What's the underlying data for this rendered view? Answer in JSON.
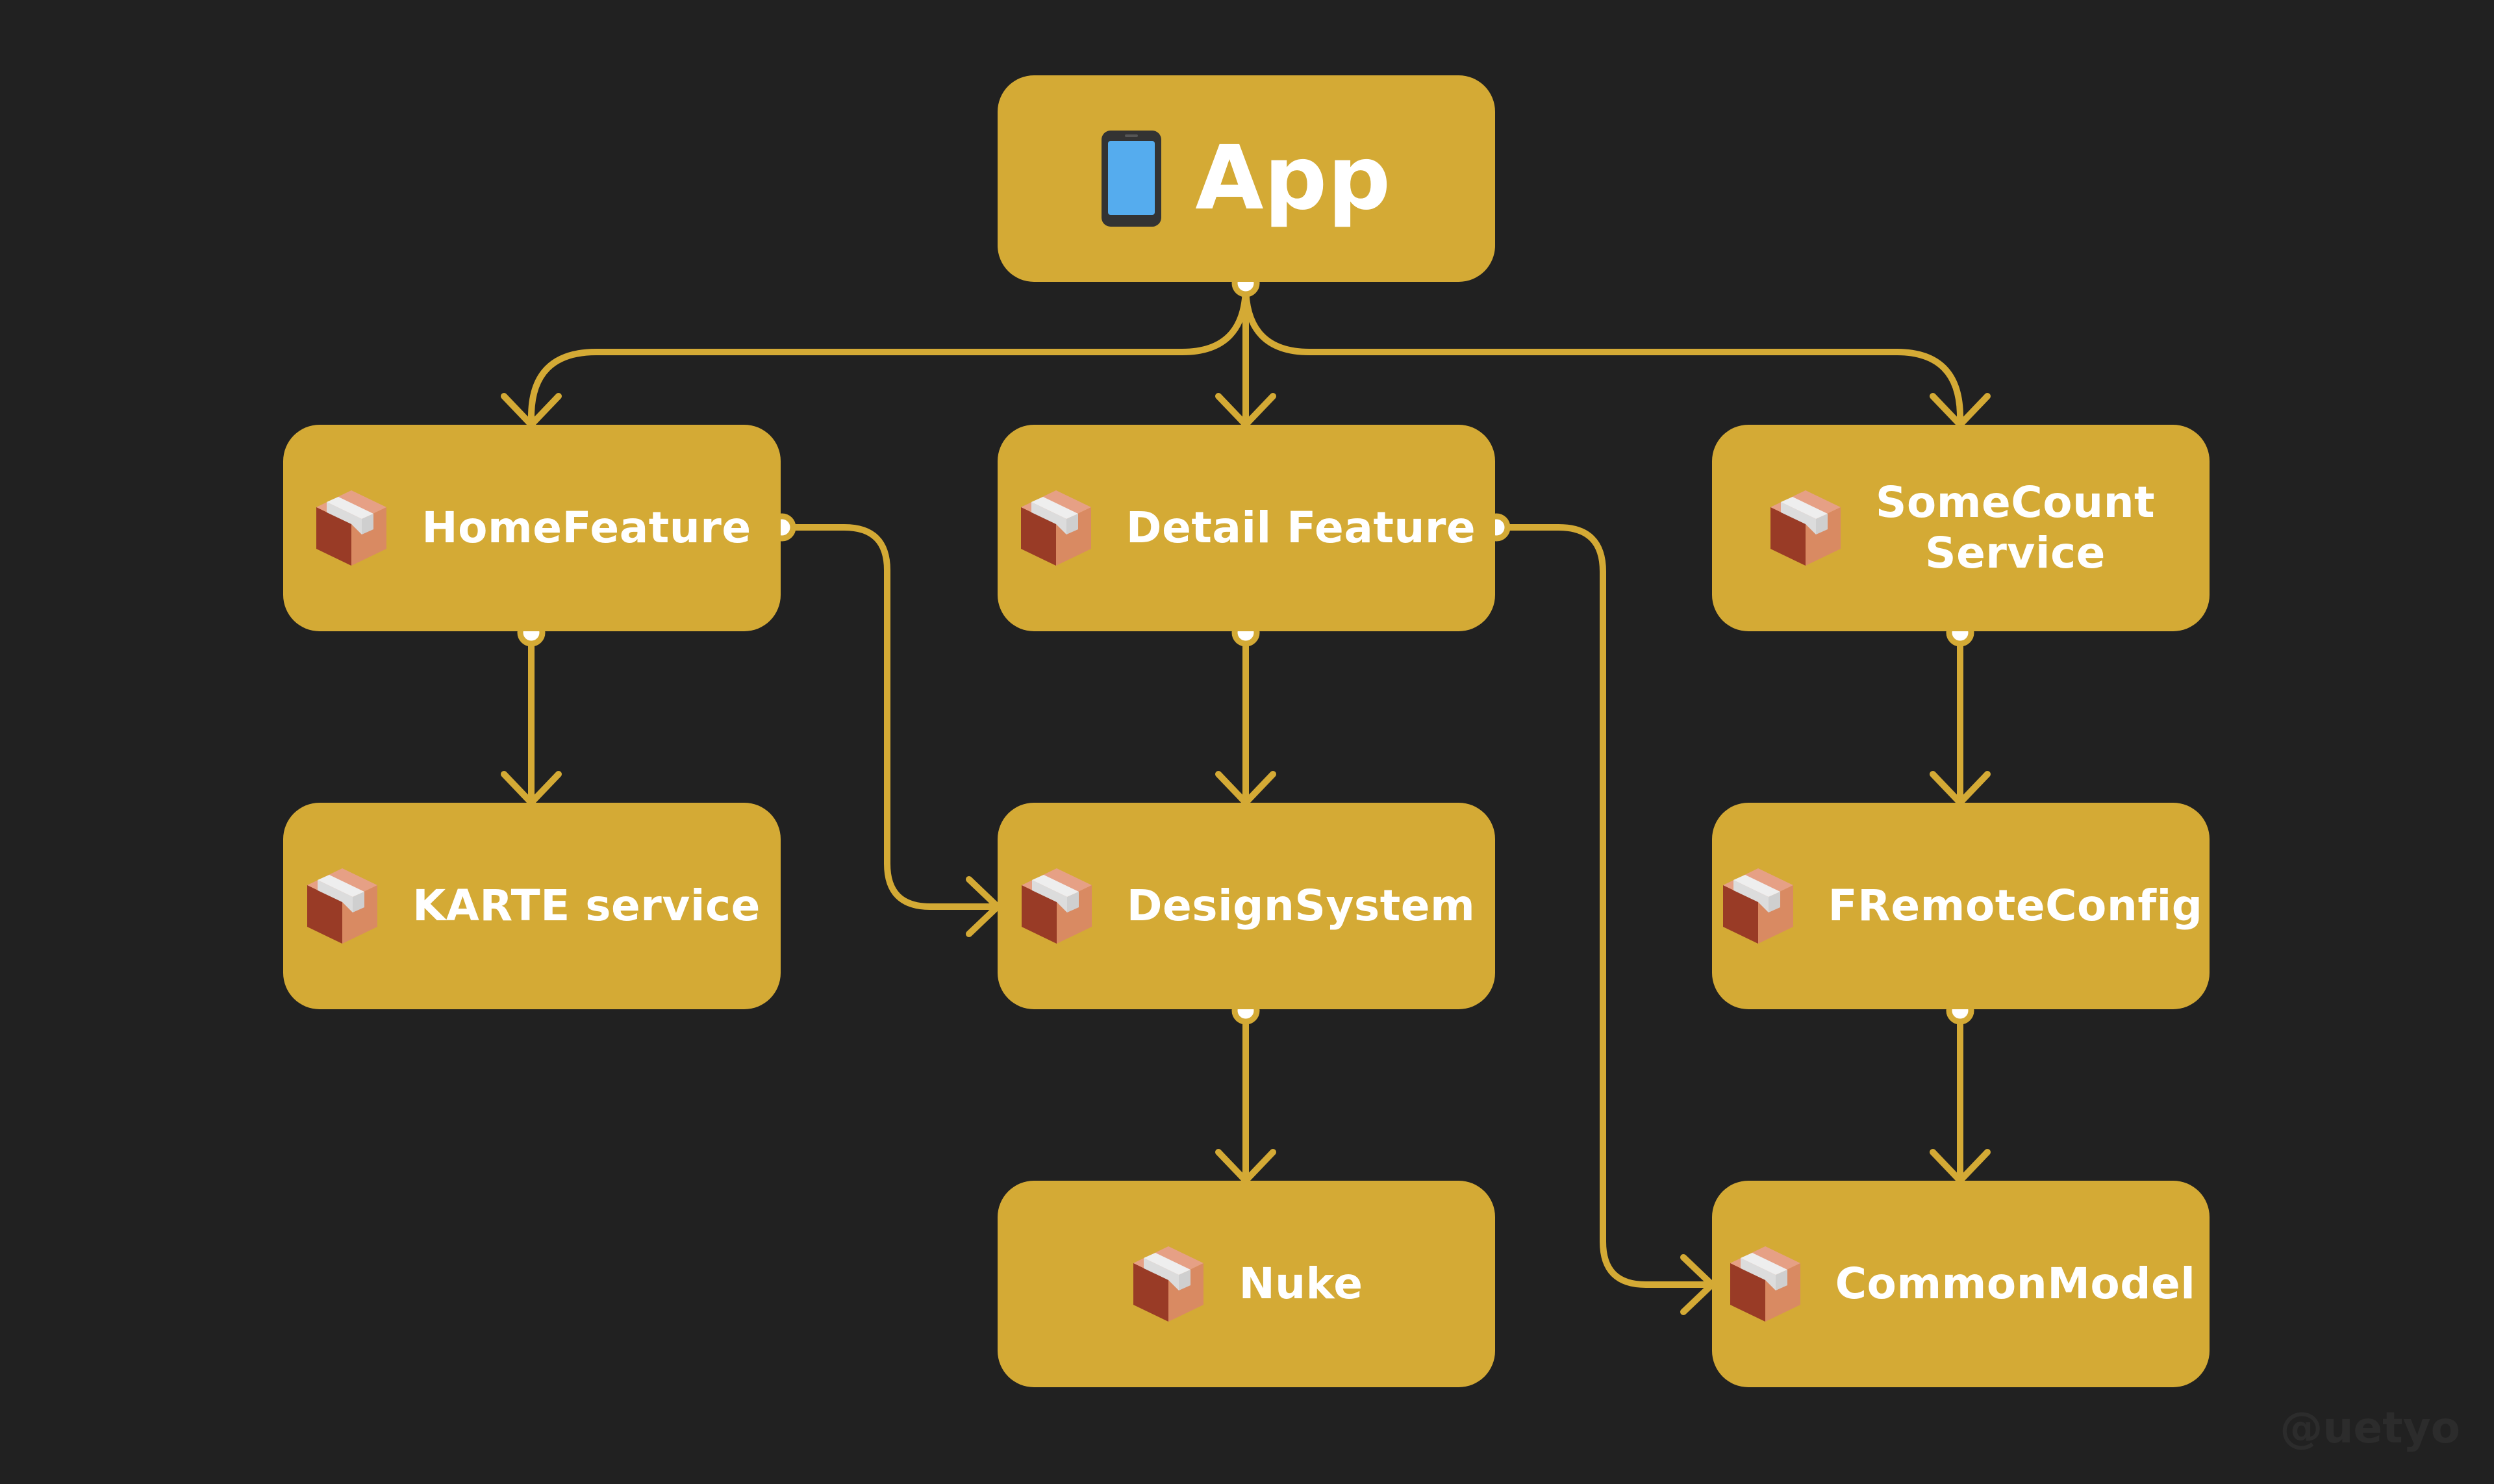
{
  "diagram": {
    "root": {
      "label": "App",
      "icon": "mobile-phone-icon"
    },
    "packages": [
      {
        "id": "home-feature",
        "label": "HomeFeature",
        "icon": "package-icon"
      },
      {
        "id": "detail-feature",
        "label": "Detail Feature",
        "icon": "package-icon"
      },
      {
        "id": "somecount-service",
        "label": "SomeCount\nService",
        "icon": "package-icon"
      },
      {
        "id": "karte-service",
        "label": "KARTE service",
        "icon": "package-icon"
      },
      {
        "id": "design-system",
        "label": "DesignSystem",
        "icon": "package-icon"
      },
      {
        "id": "fremoteconfig",
        "label": "FRemoteConfig",
        "icon": "package-icon"
      },
      {
        "id": "nuke",
        "label": "Nuke",
        "icon": "package-icon"
      },
      {
        "id": "common-model",
        "label": "CommonModel",
        "icon": "package-icon"
      }
    ],
    "edges": [
      {
        "from": "app",
        "to": "home-feature"
      },
      {
        "from": "app",
        "to": "detail-feature"
      },
      {
        "from": "app",
        "to": "somecount-service"
      },
      {
        "from": "home-feature",
        "to": "karte-service"
      },
      {
        "from": "home-feature",
        "to": "design-system"
      },
      {
        "from": "detail-feature",
        "to": "design-system"
      },
      {
        "from": "detail-feature",
        "to": "common-model"
      },
      {
        "from": "somecount-service",
        "to": "fremoteconfig"
      },
      {
        "from": "design-system",
        "to": "nuke"
      },
      {
        "from": "fremoteconfig",
        "to": "common-model"
      }
    ]
  },
  "colors": {
    "background": "#212121",
    "node": "#d4aa35",
    "edge": "#d4aa35",
    "text": "#ffffff"
  },
  "watermark": "@uetyo"
}
